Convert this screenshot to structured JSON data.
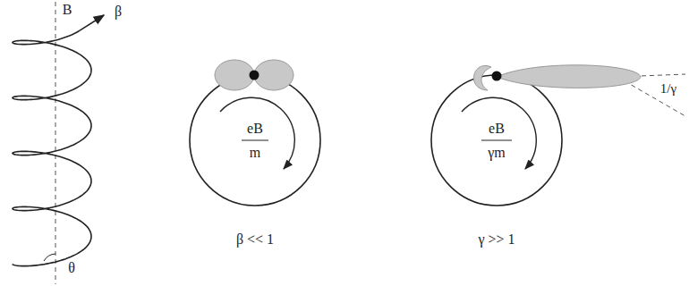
{
  "diagram": {
    "labels": [
      "B",
      "β",
      "θ",
      "eB",
      "m",
      "β << 1",
      "eB",
      "γm",
      "γ >> 1",
      "1/γ"
    ]
  }
}
